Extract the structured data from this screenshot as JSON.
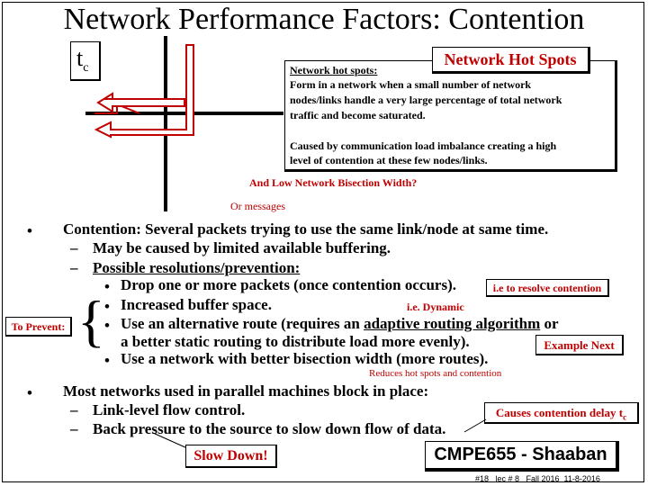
{
  "slide": {
    "title": "Network Performance Factors: Contention",
    "tc_main": "t",
    "tc_sub": "c",
    "hot_spots_title": "Network Hot Spots",
    "hot_heading": "Network hot spots:",
    "hot_text_1": "Form in a network when a small number of network",
    "hot_text_2": "nodes/links handle a very large percentage of total network",
    "hot_text_3": "traffic and become saturated.",
    "hot_text_4": "Caused by communication load imbalance creating a high",
    "hot_text_5": "level of contention at these few nodes/links.",
    "bisection_note": "And Low Network Bisection Width?",
    "messages_note": "Or messages",
    "bullet_1": "Contention: Several packets trying to use the same link/node at same time.",
    "dash_1": "May be caused by limited available buffering.",
    "dash_2": "Possible resolutions/prevention:",
    "sub_1": "Drop one or more packets (once contention occurs).",
    "sub_2": "Increased buffer space.",
    "sub_3_a": "Use an alternative route (requires an ",
    "sub_3_b": "adaptive routing algorithm",
    "sub_3_c": " or",
    "sub_3_line2": "a better static routing to distribute load more evenly).",
    "sub_4": "Use a network with better bisection width (more routes).",
    "to_prevent": "To Prevent:",
    "ie_resolve": "i.e to resolve contention",
    "ie_dynamic": "i.e. Dynamic",
    "example_next": "Example Next",
    "reduces_note": "Reduces hot spots and contention",
    "bullet_2": "Most networks used in parallel machines block in place:",
    "dash_3": "Link-level flow control.",
    "dash_4": "Back pressure to the source to slow down flow of data.",
    "causes_note": "Causes contention delay t",
    "causes_sub": "c",
    "slow_down": "Slow Down!",
    "course": "CMPE655 - Shaaban",
    "footer": "#18   lec # 8   Fall 2016  11-8-2016",
    "bullet_glyph": "•",
    "dash_glyph": "–",
    "brace_glyph": "{"
  }
}
